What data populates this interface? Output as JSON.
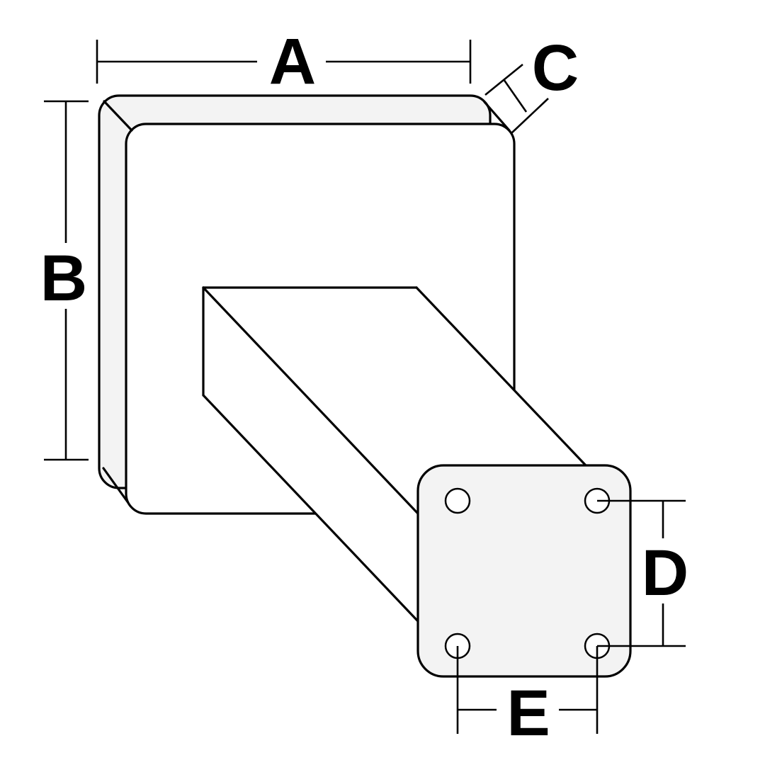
{
  "diagram": {
    "kind": "dimensioned-technical-drawing",
    "subject": "square bumper pad with angled square mounting tube and four-hole mounting plate",
    "dimension_labels": {
      "a": "A",
      "b": "B",
      "c": "C",
      "d": "D",
      "e": "E"
    },
    "dimension_meanings": {
      "a": "pad width (top)",
      "b": "pad height (left)",
      "c": "pad edge chamfer depth (top right)",
      "d": "vertical bolt-hole spacing (plate right side)",
      "e": "horizontal bolt-hole spacing (plate bottom)"
    },
    "colors": {
      "line": "#000000",
      "shaded_surface": "#f3f3f3",
      "front_face": "#ffffff",
      "background": "#ffffff"
    },
    "plate_hole_count": 4
  }
}
